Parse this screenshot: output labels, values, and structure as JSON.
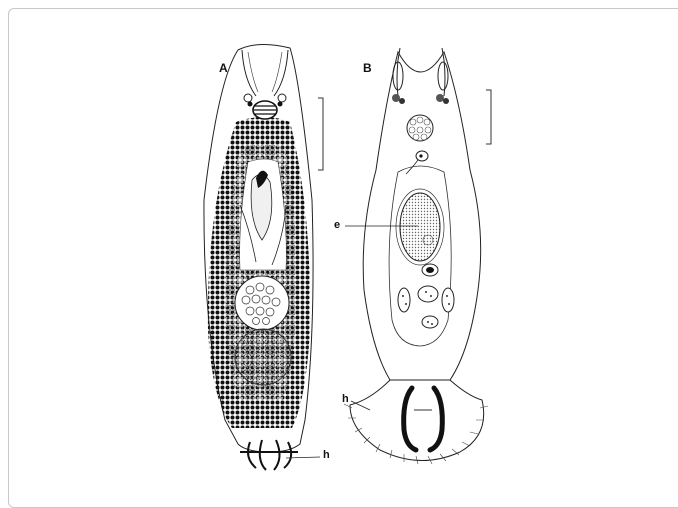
{
  "figure": {
    "panel_a_label": "A",
    "panel_b_label": "B",
    "annotation_e": "e",
    "annotation_h_a": "h",
    "annotation_h_b": "h"
  }
}
